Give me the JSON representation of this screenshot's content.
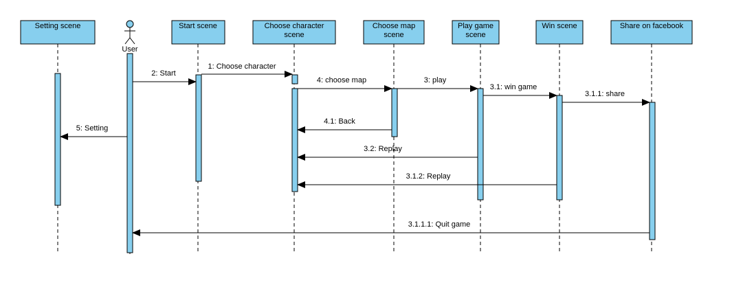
{
  "colors": {
    "box_fill": "#87cfee",
    "activation_fill": "#87cfee",
    "line": "#000000"
  },
  "actor": {
    "label": "User",
    "icon": "stick-figure-icon"
  },
  "lifelines": [
    {
      "id": "setting",
      "label": [
        "Setting scene"
      ]
    },
    {
      "id": "start",
      "label": [
        "Start scene"
      ]
    },
    {
      "id": "choosechar",
      "label": [
        "Choose character",
        "scene"
      ]
    },
    {
      "id": "choosemap",
      "label": [
        "Choose map",
        "scene"
      ]
    },
    {
      "id": "playgame",
      "label": [
        "Play game",
        "scene"
      ]
    },
    {
      "id": "win",
      "label": [
        "Win scene"
      ]
    },
    {
      "id": "share",
      "label": [
        "Share on facebook"
      ]
    }
  ],
  "messages": [
    {
      "label": "1: Choose character"
    },
    {
      "label": "2: Start"
    },
    {
      "label": "4: choose map"
    },
    {
      "label": "3: play"
    },
    {
      "label": "3.1: win game"
    },
    {
      "label": "3.1.1: share"
    },
    {
      "label": "4.1: Back"
    },
    {
      "label": "5: Setting"
    },
    {
      "label": "3.2: Replay"
    },
    {
      "label": "3.1.2: Replay"
    },
    {
      "label": "3.1.1.1: Quit game"
    }
  ]
}
